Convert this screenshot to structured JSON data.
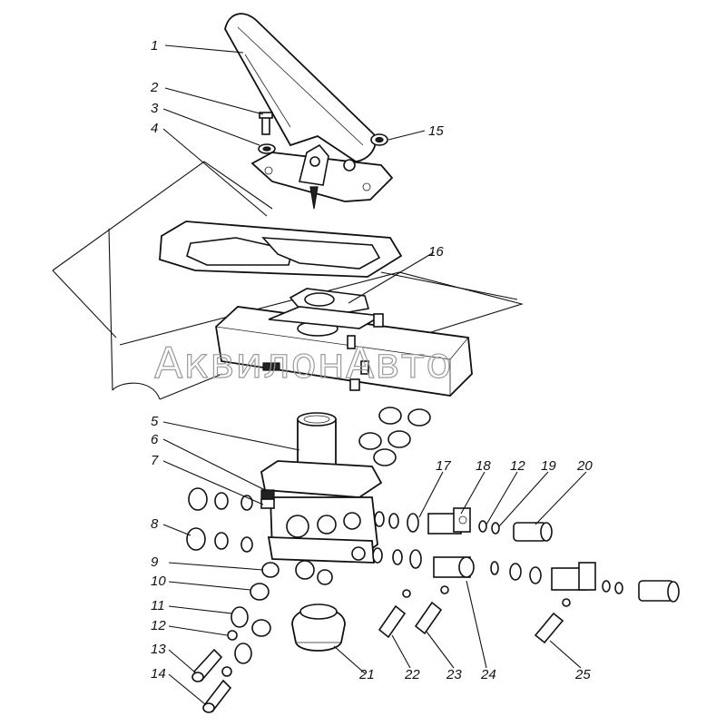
{
  "watermark": "АквилонАвто",
  "callouts": [
    "1",
    "2",
    "3",
    "4",
    "15",
    "16",
    "5",
    "6",
    "7",
    "8",
    "17",
    "18",
    "12",
    "19",
    "20",
    "9",
    "10",
    "11",
    "12",
    "13",
    "14",
    "21",
    "22",
    "23",
    "24",
    "25"
  ]
}
